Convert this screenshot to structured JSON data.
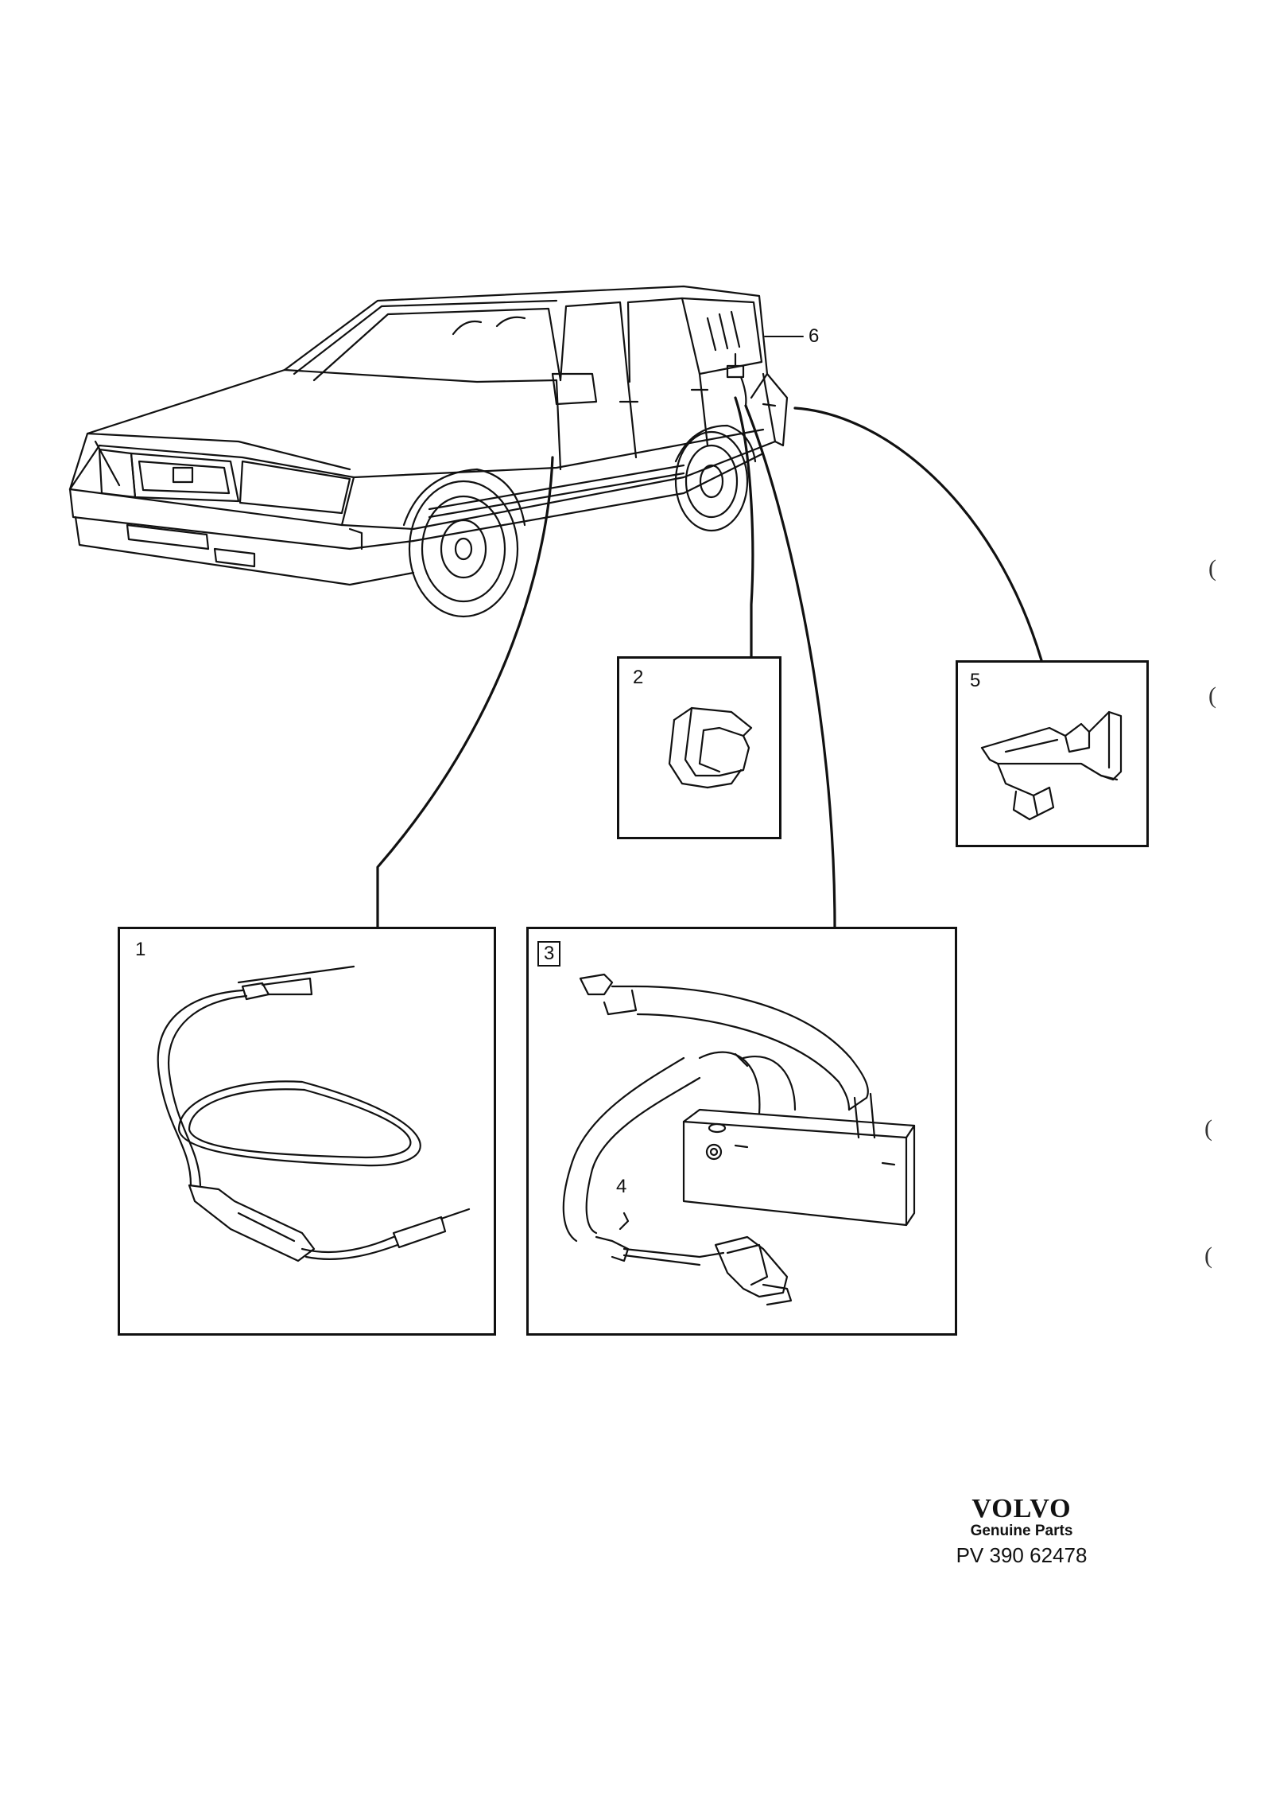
{
  "diagram": {
    "callouts": {
      "part1": "1",
      "part2": "2",
      "part3": "3",
      "part4": "4",
      "part5": "5",
      "part6": "6"
    },
    "footer": {
      "brand": "VOLVO",
      "subtitle": "Genuine Parts",
      "code": "PV 390 62478"
    },
    "margin_marks": [
      "(",
      "(",
      "(",
      "("
    ]
  }
}
